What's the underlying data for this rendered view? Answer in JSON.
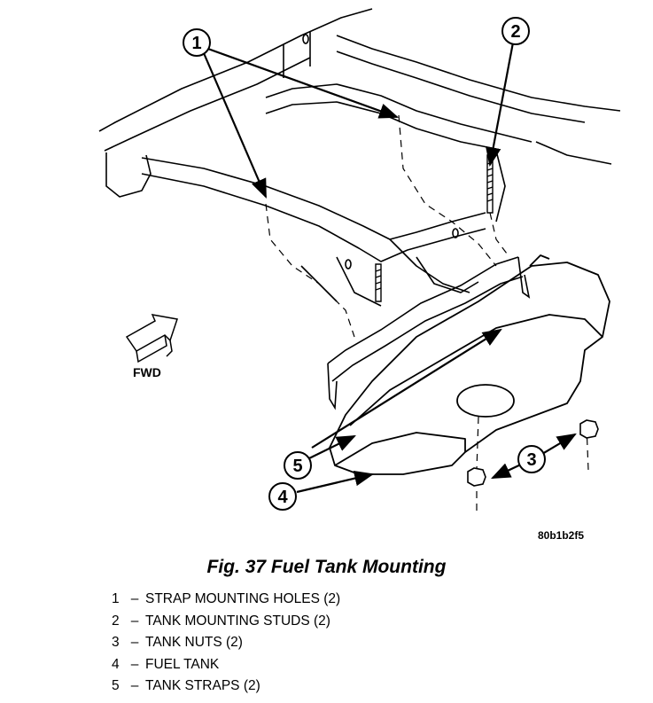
{
  "figure": {
    "callouts": [
      "1",
      "2",
      "3",
      "4",
      "5"
    ],
    "direction_label": "FWD",
    "figure_code": "80b1b2f5"
  },
  "caption": "Fig. 37 Fuel Tank Mounting",
  "legend": [
    {
      "num": "1",
      "dash": "–",
      "text": "STRAP MOUNTING HOLES (2)"
    },
    {
      "num": "2",
      "dash": "–",
      "text": "TANK MOUNTING STUDS (2)"
    },
    {
      "num": "3",
      "dash": "–",
      "text": "TANK NUTS (2)"
    },
    {
      "num": "4",
      "dash": "–",
      "text": "FUEL TANK"
    },
    {
      "num": "5",
      "dash": "–",
      "text": "TANK STRAPS (2)"
    }
  ]
}
